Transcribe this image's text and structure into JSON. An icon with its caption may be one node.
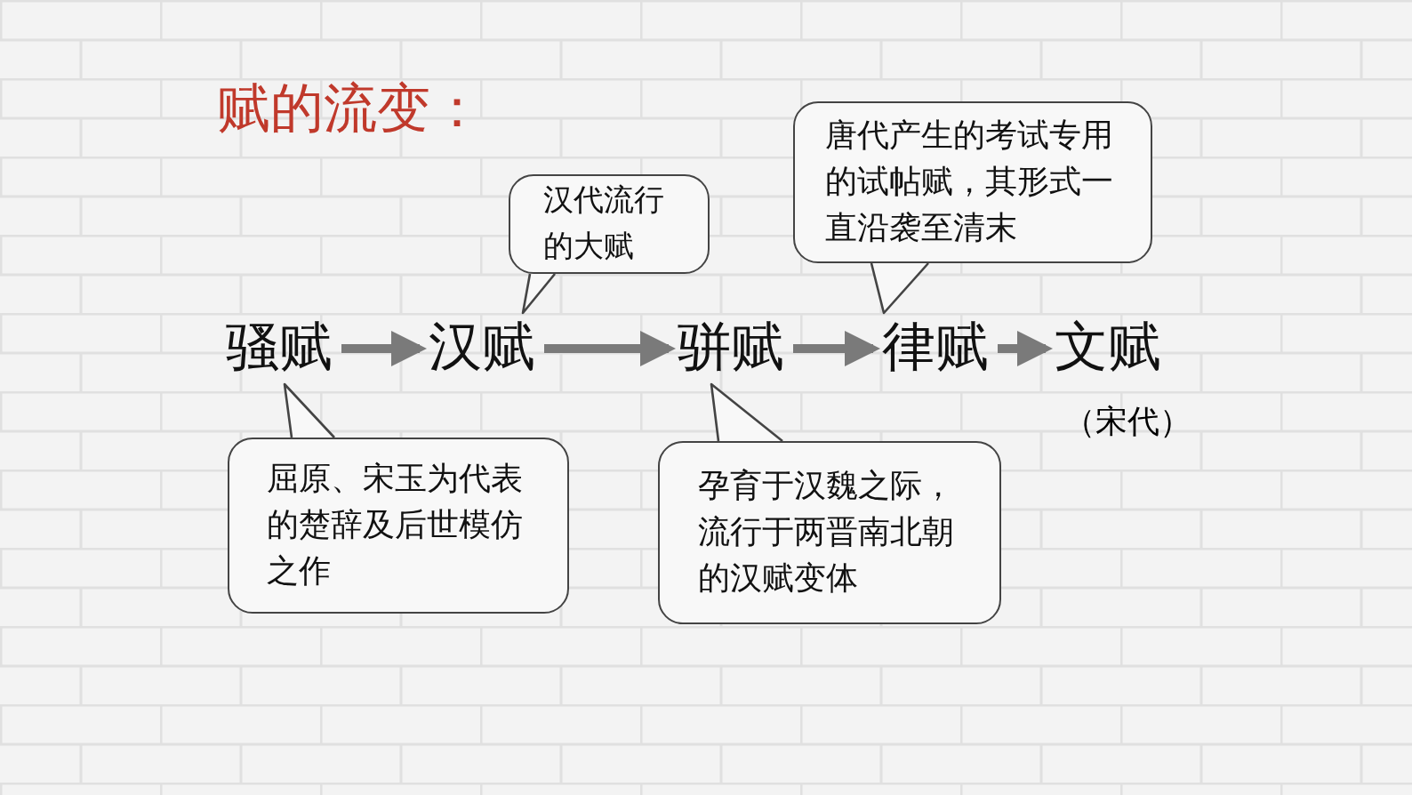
{
  "diagram": {
    "title": "赋的流变：",
    "nodes": [
      {
        "text": [
          "骚赋"
        ]
      },
      {
        "text": [
          "汉赋"
        ]
      },
      {
        "text": [
          "骈赋"
        ]
      },
      {
        "text": [
          "律赋"
        ]
      },
      {
        "text": [
          "文赋"
        ],
        "beside": [
          "（宋代）"
        ]
      },
      {
        "text": [
          "汉代流行的大赋"
        ]
      },
      {
        "text": [
          "唐代产生的考试专用的试帖赋，其形式一直沿袭至清末"
        ]
      },
      {
        "text": [
          "屈原、宋玉为代表的楚辞及后世模仿之作"
        ]
      },
      {
        "text": [
          "孕育于汉魏之际，流行于两晋南北朝的汉赋变体"
        ]
      }
    ],
    "edges": [
      {
        "from": 0,
        "to": 1,
        "arrow": "to",
        "style": "thick"
      },
      {
        "from": 1,
        "to": 2,
        "arrow": "to",
        "style": "thick"
      },
      {
        "from": 2,
        "to": 3,
        "arrow": "to",
        "style": "thick"
      },
      {
        "from": 3,
        "to": 4,
        "arrow": "to",
        "style": "thick"
      },
      {
        "from": 5,
        "to": 1,
        "arrow": "to"
      },
      {
        "from": 6,
        "to": 3,
        "arrow": "to"
      },
      {
        "from": 7,
        "to": 0,
        "arrow": "to"
      },
      {
        "from": 8,
        "to": 2,
        "arrow": "to"
      }
    ]
  }
}
